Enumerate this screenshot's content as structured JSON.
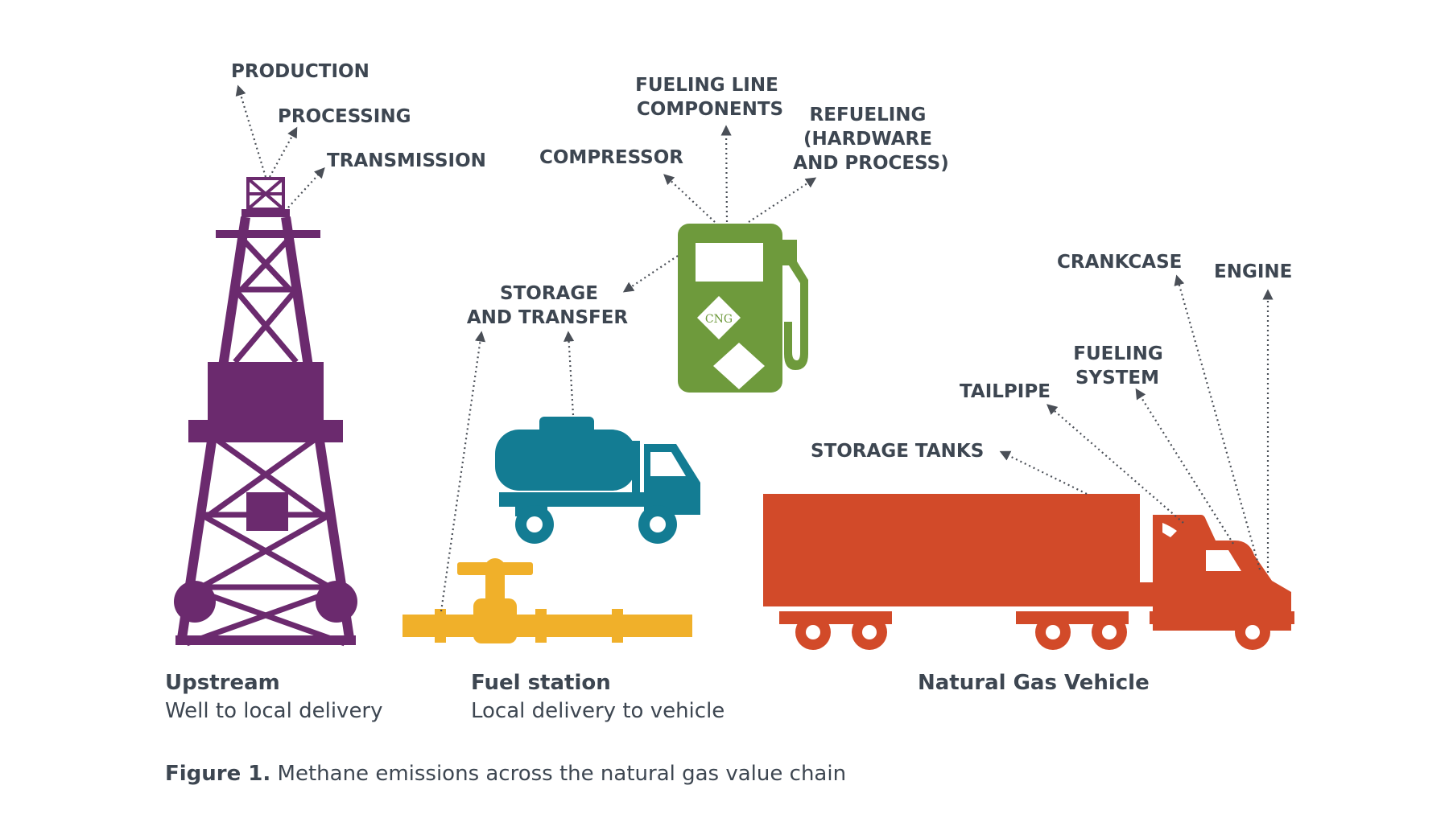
{
  "colors": {
    "upstream": "#6b2a6e",
    "fuel_station": "#6e9a3c",
    "tanker": "#137c93",
    "pipeline": "#f0b02a",
    "vehicle": "#d24a29",
    "text": "#3d4651"
  },
  "labels": {
    "production": "PRODUCTION",
    "processing": "PROCESSING",
    "transmission": "TRANSMISSION",
    "compressor": "COMPRESSOR",
    "fueling_line": [
      "FUELING LINE",
      "COMPONENTS"
    ],
    "refueling": [
      "REFUELING",
      "(HARDWARE",
      "AND PROCESS)"
    ],
    "storage_transfer": [
      "STORAGE",
      "AND TRANSFER"
    ],
    "crankcase": "CRANKCASE",
    "engine": "ENGINE",
    "fueling_system": [
      "FUELING",
      "SYSTEM"
    ],
    "tailpipe": "TAILPIPE",
    "storage_tanks": "STORAGE TANKS"
  },
  "pump_badge": "CNG",
  "sections": {
    "upstream": {
      "title": "Upstream",
      "subtitle": "Well to local delivery"
    },
    "fuel_station": {
      "title": "Fuel station",
      "subtitle": "Local delivery to vehicle"
    },
    "vehicle": {
      "title": "Natural Gas Vehicle"
    }
  },
  "caption": {
    "prefix": "Figure 1.",
    "text": " Methane emissions across the natural gas value chain"
  }
}
